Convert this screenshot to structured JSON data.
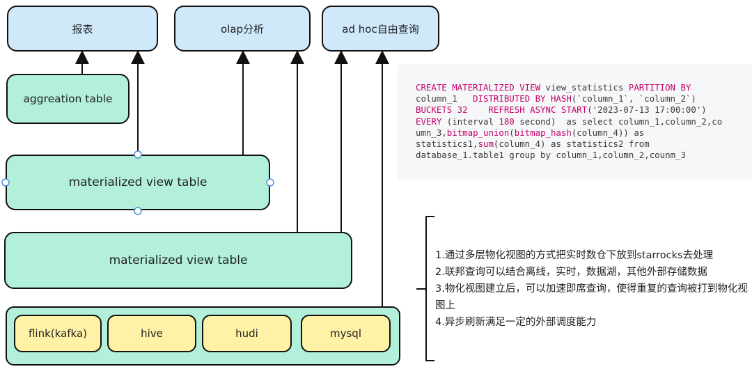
{
  "top_targets": {
    "report": "报表",
    "olap": "olap分析",
    "adhoc": "ad hoc自由查询"
  },
  "layers": {
    "aggregation": "aggreation table",
    "mv_upper": "materialized view table",
    "mv_lower": "materialized view table"
  },
  "sources": [
    "flink(kafka)",
    "hive",
    "hudi",
    "mysql"
  ],
  "code": {
    "line1": [
      "CREATE MATERIALIZED VIEW",
      " view_statistics ",
      "PARTITION BY"
    ],
    "line2": [
      "column_1   ",
      "DISTRIBUTED BY HASH",
      "(`column_1`, `column_2`)"
    ],
    "line3": [
      "BUCKETS 32    REFRESH ASYNC START",
      "('2023-07-13 17:00:00')"
    ],
    "line4": [
      "EVERY",
      " (interval ",
      "180",
      " second)  as select column_1,column_2,co"
    ],
    "line5": [
      "umn_3,",
      "bitmap_union",
      "(",
      "bitmap_hash",
      "(column_4)) as"
    ],
    "line6": [
      "statistics1,",
      "sum",
      "(column_4) as statistics2 from"
    ],
    "line7": [
      "database_1.table1 group by column_1,column_2,counm_3"
    ]
  },
  "notes": [
    "1.通过多层物化视图的方式把实时数仓下放到starrocks去处理",
    "2.联邦查询可以结合离线，实时，数据湖，其他外部存储数据",
    "3.物化视图建立后，可以加速即席查询，使得重复的查询被打到物化视图上",
    "4.异步刷新满足一定的外部调度能力"
  ],
  "colors": {
    "target_fill": "#cfe9fb",
    "table_fill": "#b2f0da",
    "source_fill": "#fff2a6",
    "keyword": "#c4006b",
    "code_bg": "#f6f7f8"
  }
}
